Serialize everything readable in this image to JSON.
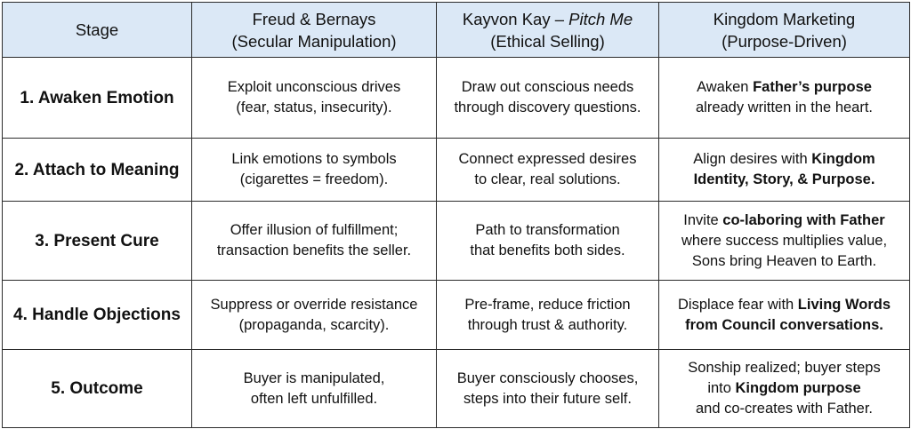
{
  "table": {
    "headers": {
      "stage": "Stage",
      "freud": {
        "title": "Freud & Bernays",
        "subtitle": "(Secular Manipulation)"
      },
      "kayvon": {
        "title_prefix": "Kayvon Kay – ",
        "title_italic": "Pitch Me",
        "subtitle": "(Ethical Selling)"
      },
      "kingdom": {
        "title": "Kingdom Marketing",
        "subtitle": "(Purpose-Driven)"
      }
    },
    "rows": [
      {
        "stage": "1. Awaken Emotion",
        "freud": [
          "Exploit unconscious drives",
          "(fear, status, insecurity)."
        ],
        "kayvon": [
          "Draw out conscious needs",
          "through discovery questions."
        ],
        "kingdom": {
          "l1_pre": "Awaken ",
          "l1_bold": "Father’s purpose",
          "l2": "already written in the heart."
        }
      },
      {
        "stage": "2. Attach to Meaning",
        "freud": [
          "Link emotions to symbols",
          "(cigarettes = freedom)."
        ],
        "kayvon": [
          "Connect expressed desires",
          "to clear, real solutions."
        ],
        "kingdom": {
          "l1_pre": "Align desires with ",
          "l1_bold": "Kingdom",
          "l2_bold": "Identity, Story, & Purpose."
        }
      },
      {
        "stage": "3. Present Cure",
        "freud": [
          "Offer illusion of fulfillment;",
          "transaction benefits the seller."
        ],
        "kayvon": [
          "Path to transformation",
          "that benefits both sides."
        ],
        "kingdom": {
          "l1_pre": "Invite ",
          "l1_bold": "co-laboring with Father",
          "l2": "where success multiplies value,",
          "l3": "Sons bring Heaven to Earth."
        }
      },
      {
        "stage": "4. Handle Objections",
        "freud": [
          "Suppress or override resistance",
          "(propaganda, scarcity)."
        ],
        "kayvon": [
          "Pre-frame, reduce friction",
          "through trust & authority."
        ],
        "kingdom": {
          "l1_pre": "Displace fear with ",
          "l1_bold": "Living Words",
          "l2_bold": "from Council conversations."
        }
      },
      {
        "stage": "5. Outcome",
        "freud": [
          "Buyer is manipulated,",
          "often left unfulfilled."
        ],
        "kayvon": [
          "Buyer consciously chooses,",
          "steps into their future self."
        ],
        "kingdom": {
          "l1": "Sonship realized; buyer steps",
          "l2_pre": "into ",
          "l2_bold": "Kingdom purpose",
          "l3": "and co-creates with Father."
        }
      }
    ]
  }
}
